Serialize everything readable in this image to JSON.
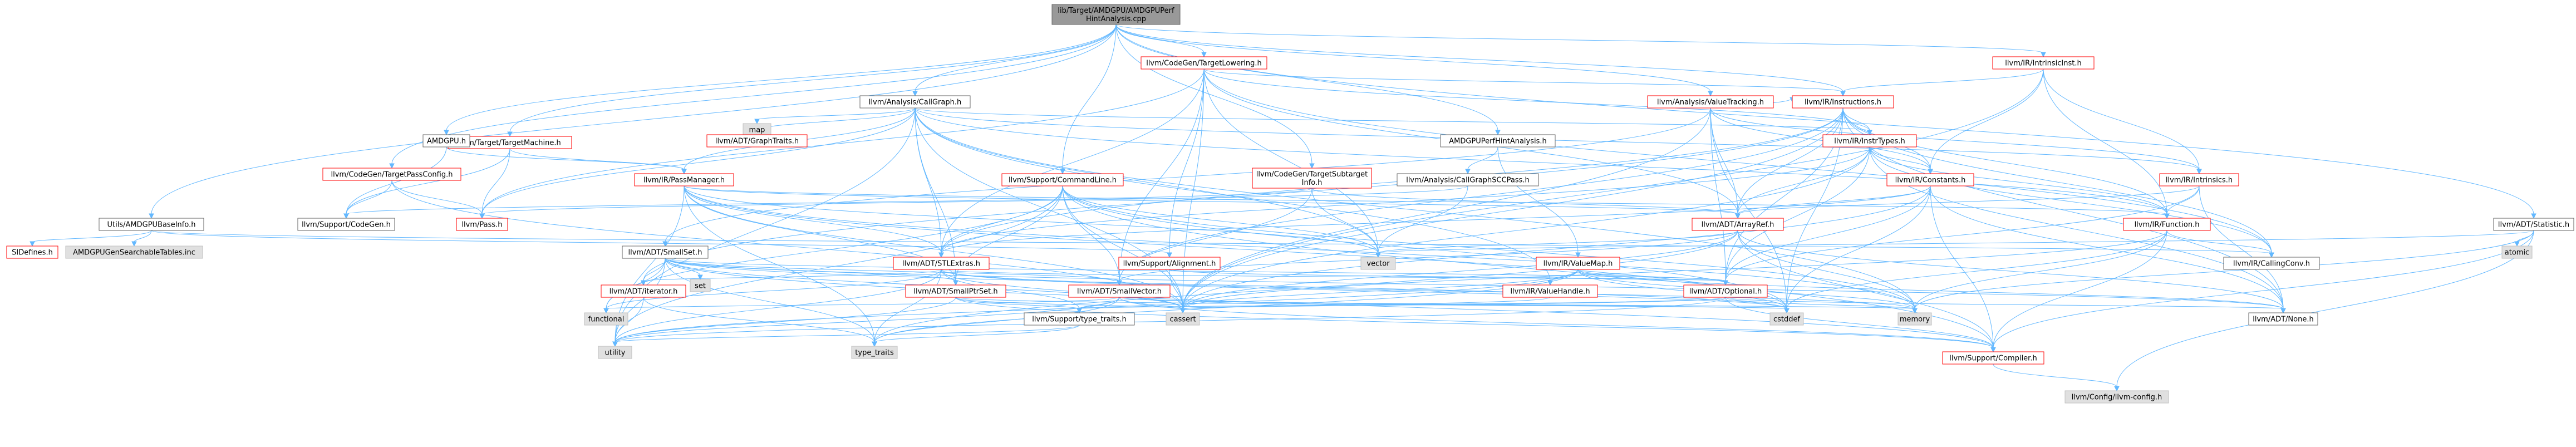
{
  "colors": {
    "root_fill": "#999999",
    "red_border": "#ff0000",
    "grey_border": "#bfbfbf",
    "grey_fill": "#e0e0e0",
    "normal_border": "#666666",
    "edge": "#63b8ff"
  },
  "nodes": [
    {
      "id": "root",
      "label": [
        "lib/Target/AMDGPU/AMDGPUPerf",
        "HintAnalysis.cpp"
      ],
      "kind": "root"
    },
    {
      "id": "tl",
      "label": [
        "llvm/CodeGen/TargetLowering.h"
      ],
      "kind": "red"
    },
    {
      "id": "intrinsicinst",
      "label": [
        "llvm/IR/IntrinsicInst.h"
      ],
      "kind": "red"
    },
    {
      "id": "callgraph",
      "label": [
        "llvm/Analysis/CallGraph.h"
      ],
      "kind": "normal"
    },
    {
      "id": "valuetracking",
      "label": [
        "llvm/Analysis/ValueTracking.h"
      ],
      "kind": "red"
    },
    {
      "id": "instructions",
      "label": [
        "llvm/IR/Instructions.h"
      ],
      "kind": "red"
    },
    {
      "id": "map",
      "label": [
        "map"
      ],
      "kind": "grey"
    },
    {
      "id": "graphtraits",
      "label": [
        "llvm/ADT/GraphTraits.h"
      ],
      "kind": "red"
    },
    {
      "id": "targetmachine",
      "label": [
        "llvm/Target/TargetMachine.h"
      ],
      "kind": "red"
    },
    {
      "id": "amdgpu",
      "label": [
        "AMDGPU.h"
      ],
      "kind": "normal"
    },
    {
      "id": "instrtypes",
      "label": [
        "llvm/IR/InstrTypes.h"
      ],
      "kind": "red"
    },
    {
      "id": "perfhint",
      "label": [
        "AMDGPUPerfHintAnalysis.h"
      ],
      "kind": "normal"
    },
    {
      "id": "tpc",
      "label": [
        "llvm/CodeGen/TargetPassConfig.h"
      ],
      "kind": "red"
    },
    {
      "id": "passmanager",
      "label": [
        "llvm/IR/PassManager.h"
      ],
      "kind": "red"
    },
    {
      "id": "tsi",
      "label": [
        "llvm/CodeGen/TargetSubtarget",
        "Info.h"
      ],
      "kind": "red"
    },
    {
      "id": "cscc",
      "label": [
        "llvm/Analysis/CallGraphSCCPass.h"
      ],
      "kind": "normal"
    },
    {
      "id": "constants",
      "label": [
        "llvm/IR/Constants.h"
      ],
      "kind": "red"
    },
    {
      "id": "intrinsics",
      "label": [
        "llvm/IR/Intrinsics.h"
      ],
      "kind": "red"
    },
    {
      "id": "commandline",
      "label": [
        "llvm/Support/CommandLine.h"
      ],
      "kind": "red"
    },
    {
      "id": "statistic",
      "label": [
        "llvm/ADT/Statistic.h"
      ],
      "kind": "normal"
    },
    {
      "id": "baseinfo",
      "label": [
        "Utils/AMDGPUBaseInfo.h"
      ],
      "kind": "normal"
    },
    {
      "id": "supportcodegen",
      "label": [
        "llvm/Support/CodeGen.h"
      ],
      "kind": "normal"
    },
    {
      "id": "pass",
      "label": [
        "llvm/Pass.h"
      ],
      "kind": "red"
    },
    {
      "id": "arrayref",
      "label": [
        "llvm/ADT/ArrayRef.h"
      ],
      "kind": "red"
    },
    {
      "id": "function",
      "label": [
        "llvm/IR/Function.h"
      ],
      "kind": "red"
    },
    {
      "id": "sidefines",
      "label": [
        "SIDefines.h"
      ],
      "kind": "red"
    },
    {
      "id": "searchable",
      "label": [
        "AMDGPUGenSearchableTables.inc"
      ],
      "kind": "grey"
    },
    {
      "id": "smallset",
      "label": [
        "llvm/ADT/SmallSet.h"
      ],
      "kind": "normal"
    },
    {
      "id": "stlextras",
      "label": [
        "llvm/ADT/STLExtras.h"
      ],
      "kind": "red"
    },
    {
      "id": "alignment",
      "label": [
        "llvm/Support/Alignment.h"
      ],
      "kind": "red"
    },
    {
      "id": "valuemap",
      "label": [
        "llvm/IR/ValueMap.h"
      ],
      "kind": "red"
    },
    {
      "id": "vector",
      "label": [
        "vector"
      ],
      "kind": "grey"
    },
    {
      "id": "callingconv",
      "label": [
        "llvm/IR/CallingConv.h"
      ],
      "kind": "normal"
    },
    {
      "id": "atomic",
      "label": [
        "atomic"
      ],
      "kind": "grey"
    },
    {
      "id": "set",
      "label": [
        "set"
      ],
      "kind": "grey"
    },
    {
      "id": "iterator",
      "label": [
        "llvm/ADT/iterator.h"
      ],
      "kind": "red"
    },
    {
      "id": "smallvector",
      "label": [
        "llvm/ADT/SmallVector.h"
      ],
      "kind": "red"
    },
    {
      "id": "smallptrset",
      "label": [
        "llvm/ADT/SmallPtrSet.h"
      ],
      "kind": "red"
    },
    {
      "id": "valuehandle",
      "label": [
        "llvm/IR/ValueHandle.h"
      ],
      "kind": "red"
    },
    {
      "id": "optional",
      "label": [
        "llvm/ADT/Optional.h"
      ],
      "kind": "red"
    },
    {
      "id": "functional",
      "label": [
        "functional"
      ],
      "kind": "grey"
    },
    {
      "id": "typetraits_s",
      "label": [
        "llvm/Support/type_traits.h"
      ],
      "kind": "normal"
    },
    {
      "id": "cassert",
      "label": [
        "cassert"
      ],
      "kind": "grey"
    },
    {
      "id": "cstddef",
      "label": [
        "cstddef"
      ],
      "kind": "grey"
    },
    {
      "id": "memory",
      "label": [
        "memory"
      ],
      "kind": "grey"
    },
    {
      "id": "none",
      "label": [
        "llvm/ADT/None.h"
      ],
      "kind": "normal"
    },
    {
      "id": "utility",
      "label": [
        "utility"
      ],
      "kind": "grey"
    },
    {
      "id": "type_traits",
      "label": [
        "type_traits"
      ],
      "kind": "grey"
    },
    {
      "id": "compiler",
      "label": [
        "llvm/Support/Compiler.h"
      ],
      "kind": "red"
    },
    {
      "id": "llvmconfig",
      "label": [
        "llvm/Config/llvm-config.h"
      ],
      "kind": "grey"
    }
  ]
}
